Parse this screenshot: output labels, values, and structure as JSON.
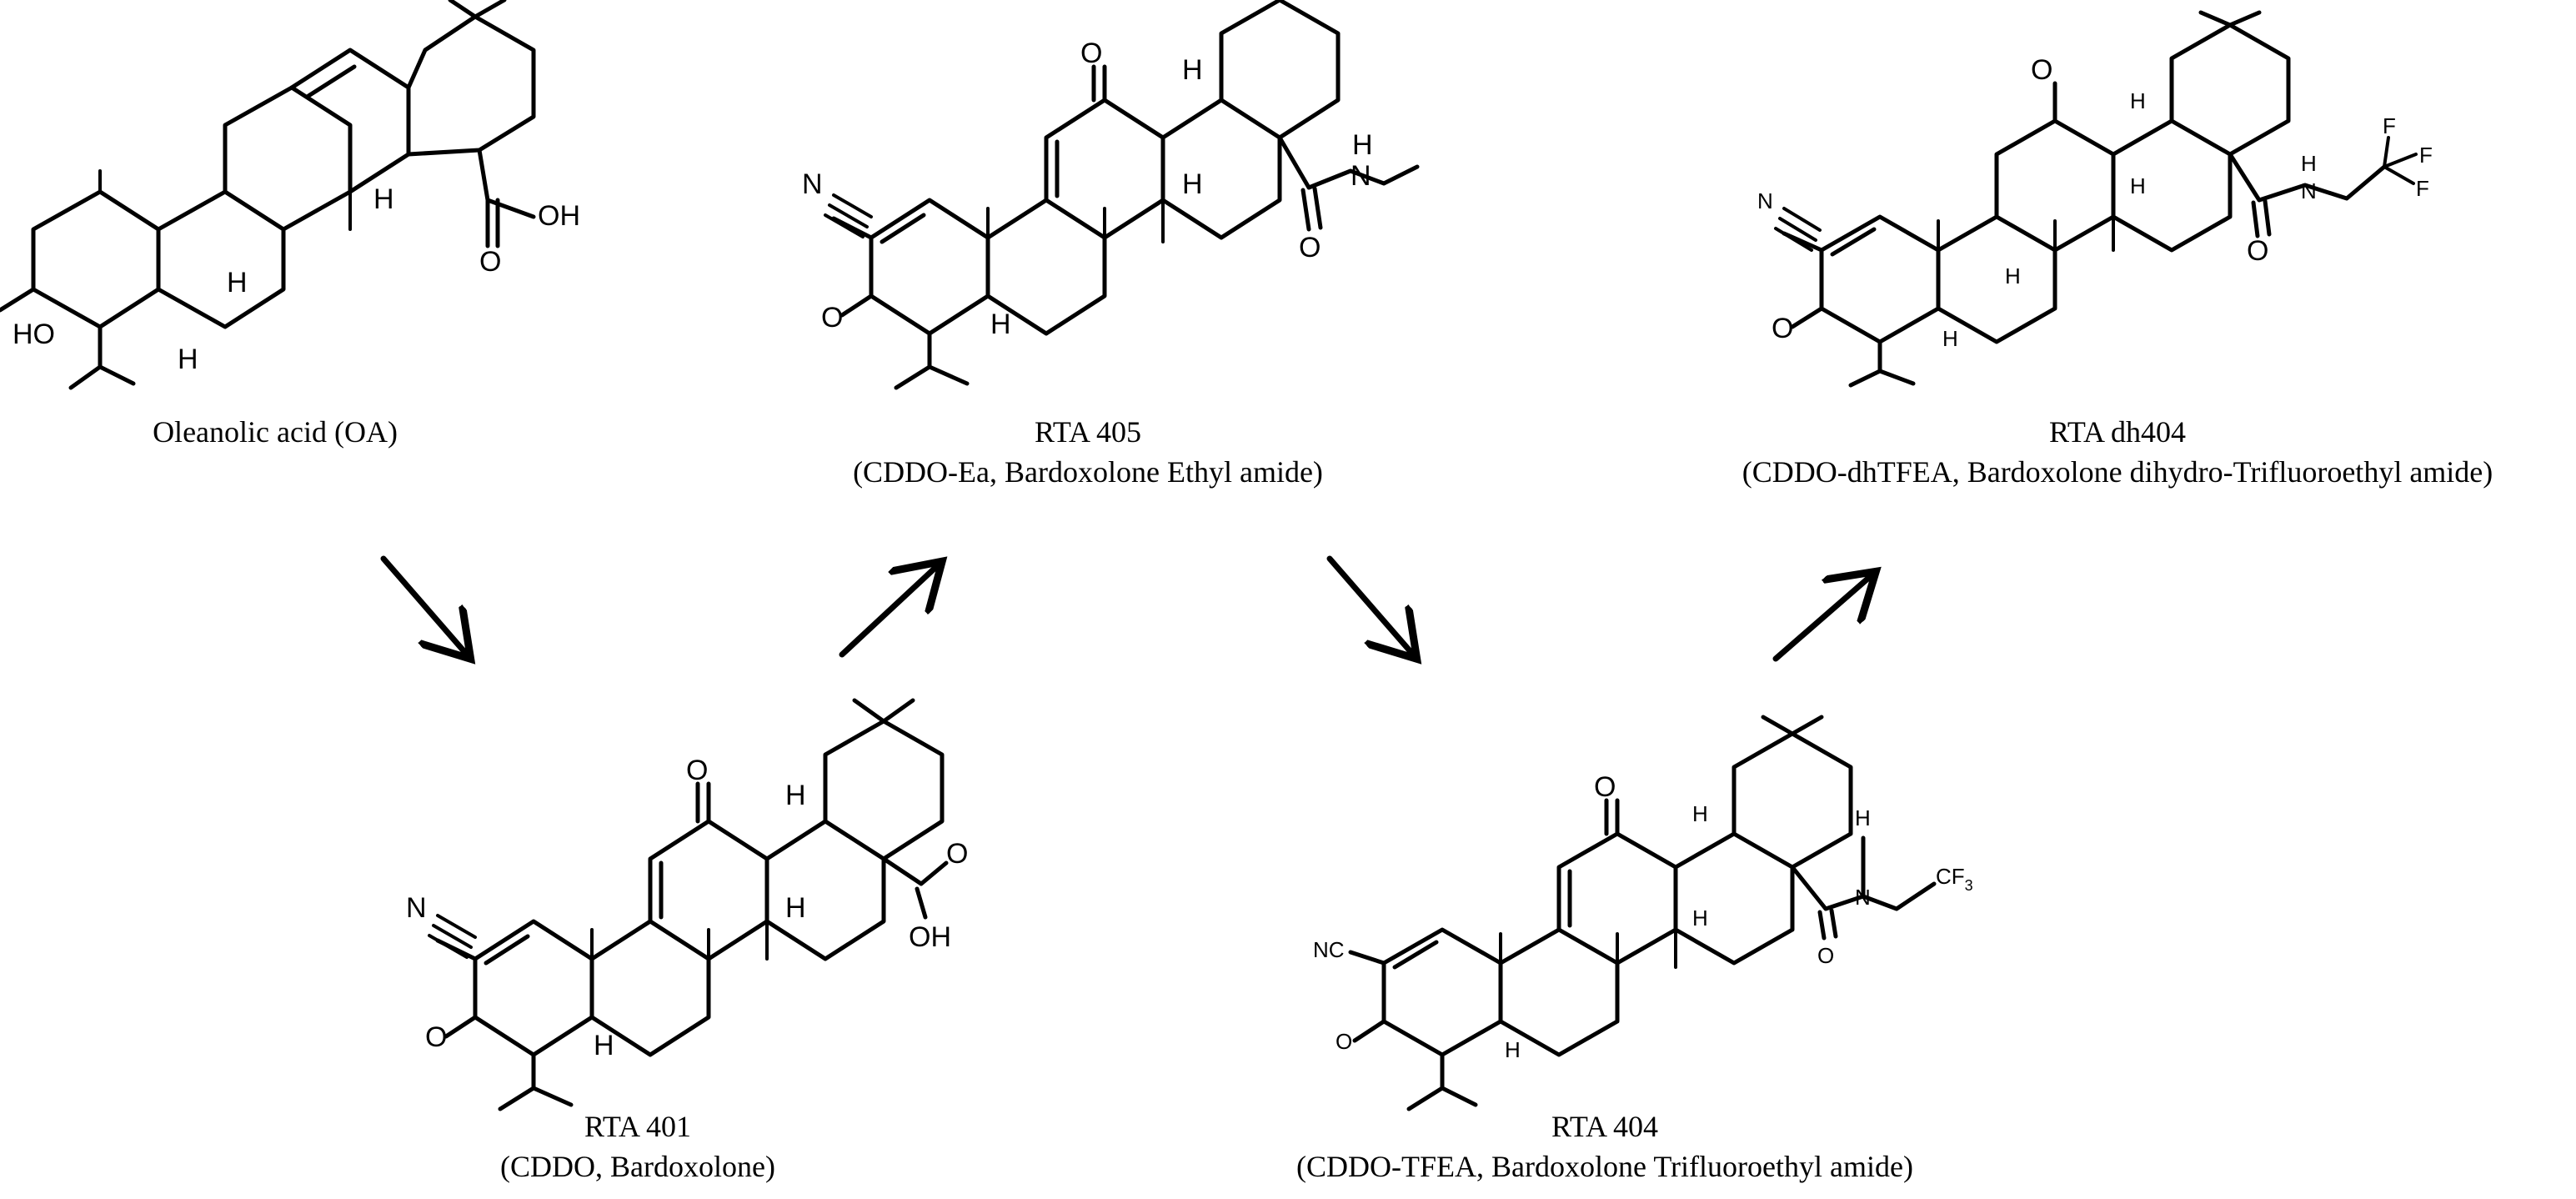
{
  "compounds": {
    "oa": {
      "name": "Oleanolic acid  (OA)"
    },
    "rta405": {
      "name": "RTA  405",
      "synonyms": "(CDDO-Ea, Bardoxolone  Ethyl amide)"
    },
    "rtadh404": {
      "name": "RTA  dh404",
      "synonyms": "(CDDO-dhTFEA, Bardoxolone dihydro-Trifluoroethyl amide)"
    },
    "rta401": {
      "name": "RTA  401",
      "synonyms": "(CDDO, Bardoxolone)"
    },
    "rta404": {
      "name": "RTA  404",
      "synonyms": "(CDDO-TFEA, Bardoxolone  Trifluoroethyl amide)"
    }
  },
  "atoms": {
    "oa": {
      "oh": "OH",
      "o": "O",
      "ho": "HO",
      "h1": "H",
      "h2": "H",
      "h3": "H"
    },
    "rta405": {
      "o_keto": "O",
      "h1": "H",
      "h2": "H",
      "n_amide": "N",
      "h_amide": "H",
      "o_amide": "O",
      "n_nitrile": "N",
      "o_ring": "O",
      "h3": "H"
    },
    "rtadh404": {
      "o_keto": "O",
      "h1": "H",
      "h2": "H",
      "h3": "H",
      "n_amide": "N",
      "h_amide": "H",
      "f1": "F",
      "f2": "F",
      "f3": "F",
      "o_amide": "O",
      "n_nitrile": "N",
      "o_ring": "O",
      "h4": "H"
    },
    "rta401": {
      "o_keto": "O",
      "h1": "H",
      "h2": "H",
      "o_acid": "O",
      "oh_acid": "OH",
      "n_nitrile": "N",
      "o_ring": "O",
      "h3": "H"
    },
    "rta404": {
      "o_keto": "O",
      "h1": "H",
      "h2": "H",
      "h_amide": "H",
      "n_amide": "N",
      "cf3": "CF",
      "cf3_sub": "3",
      "o_amide": "O",
      "nc": "NC",
      "o_ring": "O",
      "h3": "H"
    }
  }
}
